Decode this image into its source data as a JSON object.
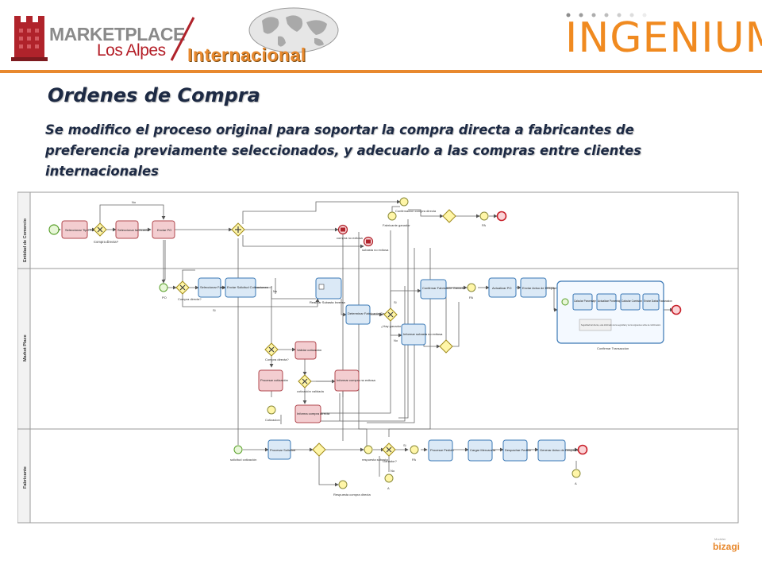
{
  "header": {
    "marketplace_logo": {
      "line1": "MARKETPLACE",
      "line2": "Los Alpes",
      "tag": "Internacional"
    },
    "ingenium_logo": "INGENIUM"
  },
  "title": "Ordenes de Compra",
  "description": "Se modifico el proceso original para soportar la compra directa a fabricantes de preferencia previamente seleccionados, y adecuarlo a las compras entre clientes internacionales",
  "diagram": {
    "lanes": [
      {
        "id": "lane-entidad",
        "label": "Entidad de Comercio"
      },
      {
        "id": "lane-marketplace",
        "label": "Market Place"
      },
      {
        "id": "lane-fabricante",
        "label": "Fabricante"
      }
    ],
    "tasks": [
      {
        "id": "seleccionar-tipo-po",
        "label": "Seleccionar Tipo PO",
        "color": "#f3cdd0"
      },
      {
        "id": "seleccionar-fabricante",
        "label": "Seleccionar fabricante",
        "color": "#f3cdd0"
      },
      {
        "id": "enviar-po",
        "label": "Enviar PO",
        "color": "#f3cdd0"
      },
      {
        "id": "seleccionar-fabricantes",
        "label": "Seleccionar Fabricantes",
        "color": "#dbe9f6"
      },
      {
        "id": "enviar-solicitud",
        "label": "Enviar Solicitud Cotizaciones",
        "color": "#dbe9f6"
      },
      {
        "id": "realizar-subasta",
        "label": "Realizar Subasta Inversa",
        "color": "#dbe9f6"
      },
      {
        "id": "determinar-fabricante",
        "label": "Determinar Fabricante Ganador",
        "color": "#dbe9f6"
      },
      {
        "id": "confirmar-fabricante",
        "label": "Confirmar Fabricante Ganador",
        "color": "#dbe9f6"
      },
      {
        "id": "informar-subasta",
        "label": "Informar subasta no exitosa",
        "color": "#dbe9f6"
      },
      {
        "id": "actualizar-po",
        "label": "Actualizar PO",
        "color": "#dbe9f6"
      },
      {
        "id": "enviar-aviso-despacho-mp",
        "label": "Enviar Aviso de Despacho",
        "color": "#dbe9f6"
      },
      {
        "id": "validar-cotizacion",
        "label": "Validar cotización",
        "color": "#f3cdd0"
      },
      {
        "id": "procesar-cotizacion",
        "label": "Procesar cotización",
        "color": "#f3cdd0"
      },
      {
        "id": "informar-compra-no-exitosa",
        "label": "Informar compra no exitosa",
        "color": "#f3cdd0"
      },
      {
        "id": "informa-compra-directa",
        "label": "Informa compra directa",
        "color": "#f3cdd0"
      },
      {
        "id": "procesar-solicitud",
        "label": "Procesar Solicitud",
        "color": "#dbe9f6"
      },
      {
        "id": "procesar-pedido",
        "label": "Procesar Pedido",
        "color": "#dbe9f6"
      },
      {
        "id": "cargar-mercancia",
        "label": "Cargar Mercancía",
        "color": "#dbe9f6"
      },
      {
        "id": "despachar-pedido",
        "label": "Despachar Pedido",
        "color": "#dbe9f6"
      },
      {
        "id": "generar-aviso-despacho",
        "label": "Generar Aviso de Despacho",
        "color": "#dbe9f6"
      },
      {
        "id": "calcular-porcentaje",
        "label": "Calcular Porcentaje Comision",
        "color": "#dbe9f6"
      },
      {
        "id": "actualizar-porcentaje",
        "label": "Actualizar Porcentaje",
        "color": "#dbe9f6"
      },
      {
        "id": "calcular-comision",
        "label": "Calcular Comision a Cobrar",
        "color": "#dbe9f6"
      },
      {
        "id": "enviar-datos-facturacion",
        "label": "Enviar Datos Facturacion",
        "color": "#dbe9f6"
      }
    ],
    "subprocess_label": "Confirmar Transaccion",
    "subprocess_note": "Seguridad del cliente; esta informado de la seguridad y de los siguientes sobre la confirmacion",
    "gateway_labels": {
      "compra-directa-1": "Compra directa?",
      "compra-directa-2": "Compra directa?",
      "compra-directa-3": "Compra directa?",
      "hay-ganador": "¿Hay ganador?",
      "cotizacion-validada": "cotización validada",
      "ganador": "Ganador?"
    },
    "event_labels": {
      "compra-no-exitosa": "compra no exitosa",
      "subasta-no-exitosa": "subasta no exitosa",
      "confirmacion-compra-directa": "Confirmacion compra directa",
      "fabricante-ganador": "Fabricante ganador",
      "po": "PO",
      "cotizacion": "Cotizacion",
      "solicitud-cotizacion": "solicitud cotización",
      "respuesta-subasta": "respuesta subasta",
      "respuesta-compra-directa": "Respuesta compra directa",
      "pa-1": "PA",
      "pa-2": "PA",
      "pa-3": "PA",
      "a-1": "A",
      "a-2": "A"
    },
    "flow_labels": {
      "no": "No",
      "si": "Si"
    }
  },
  "footer": {
    "bizagi": "bizagi",
    "bizagi_small": "Modeler"
  }
}
